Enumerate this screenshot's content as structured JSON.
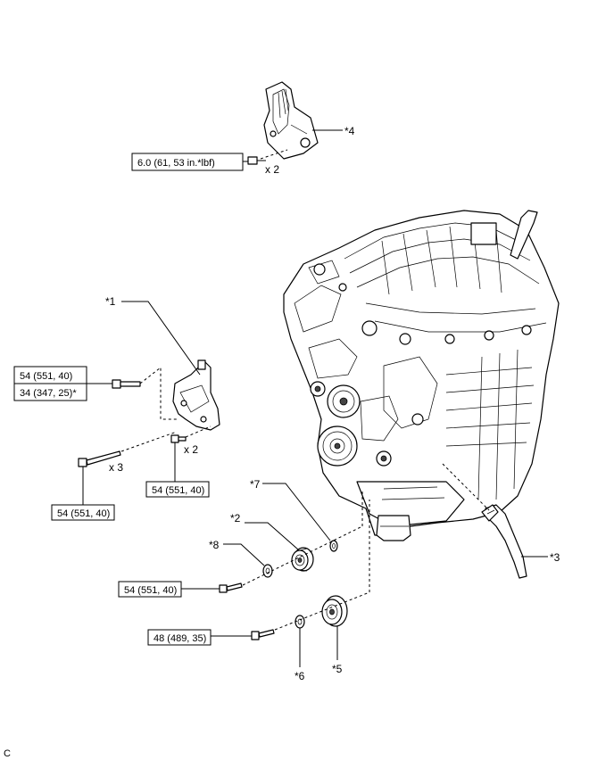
{
  "callouts": {
    "c1": "*1",
    "c2": "*2",
    "c3": "*3",
    "c4": "*4",
    "c5": "*5",
    "c6": "*6",
    "c7": "*7",
    "c8": "*8"
  },
  "torques": {
    "t_cover": "6.0 (61, 53 in.*lbf)",
    "t_bracket_top": "54 (551, 40)",
    "t_bracket_alt": "34 (347, 25)*",
    "t_bracket_right": "54 (551, 40)",
    "t_bracket_long": "54 (551, 40)",
    "t_idler_upper": "54 (551, 40)",
    "t_idler_lower": "48 (489, 35)"
  },
  "quantities": {
    "q_cover": "x 2",
    "q_bracket_right": "x 2",
    "q_bracket_long": "x 3"
  },
  "corner_mark": "C"
}
